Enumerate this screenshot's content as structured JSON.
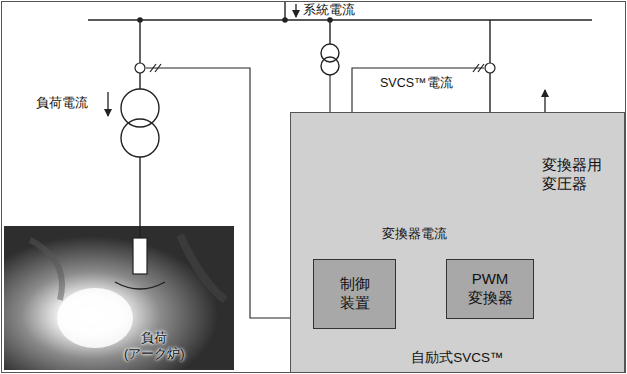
{
  "diagram": {
    "nodes": [
      {
        "text": [
          "自励式SVCS™"
        ]
      },
      {
        "text": [
          "制御 装置"
        ],
        "in": 0
      },
      {
        "text": [
          "PWM 変換器"
        ],
        "in": 0
      }
    ],
    "edges": [
      {
        "from": 1,
        "to": 2,
        "arrow": "to"
      }
    ],
    "labels": [
      "系統電流",
      "負荷電流",
      "SVCS™電流",
      "変換器用 変圧器",
      "変換器電流",
      "負荷 (アーク炉)"
    ]
  }
}
